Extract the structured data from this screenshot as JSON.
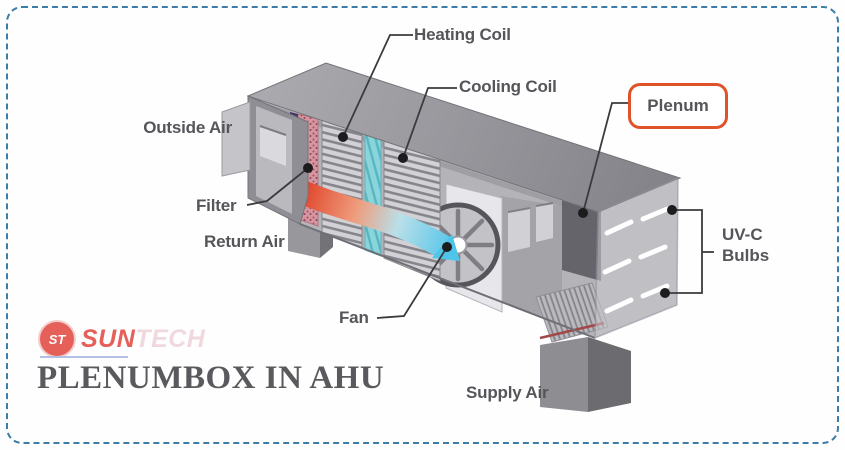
{
  "diagram": {
    "labels": {
      "heating_coil": "Heating Coil",
      "cooling_coil": "Cooling Coil",
      "plenum": "Plenum",
      "outside_air": "Outside Air",
      "filter": "Filter",
      "return_air": "Return Air",
      "fan": "Fan",
      "uvc_line1": "UV-C",
      "uvc_line2": "Bulbs",
      "supply_air": "Supply Air"
    }
  },
  "branding": {
    "badge": "ST",
    "brand_first": "SUN",
    "brand_second": "TECH",
    "title": "PLENUMBOX IN AHU"
  },
  "colors": {
    "accent_orange": "#e0522a",
    "frame_blue": "#3b7ca8",
    "label_gray": "#55555a",
    "brand_red": "#e2453e",
    "brand_pale": "#eed3d9",
    "title_gray": "#5a5a5e",
    "airflow_warm": "#e0442a",
    "airflow_cool": "#4fc4e9"
  }
}
